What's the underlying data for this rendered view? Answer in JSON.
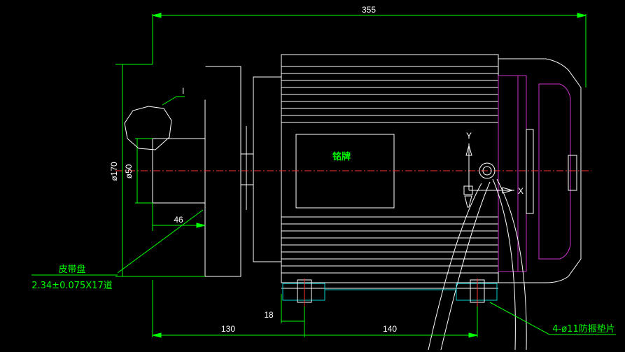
{
  "drawing": {
    "dimensions": {
      "overall_length": "355",
      "pulley_diameter": "ø170",
      "shaft_diameter": "ø50",
      "pulley_width": "46",
      "shaft_extension": "130",
      "foot_offset": "18",
      "foot_spacing": "140"
    },
    "labels": {
      "detail_marker": "I",
      "nameplate": "铭牌",
      "axis_x": "X",
      "axis_y": "Y"
    },
    "callouts": {
      "pulley_title": "皮带盘",
      "pulley_spec": "2.34±0.075X17道",
      "mount_spec": "4-ø11防振垫片"
    },
    "colors": {
      "background": "#000000",
      "outline": "#ffffff",
      "dimension": "#00ff00",
      "centerline": "#ff3333",
      "fan_cover": "#cc33cc",
      "mount": "#00cccc"
    }
  }
}
